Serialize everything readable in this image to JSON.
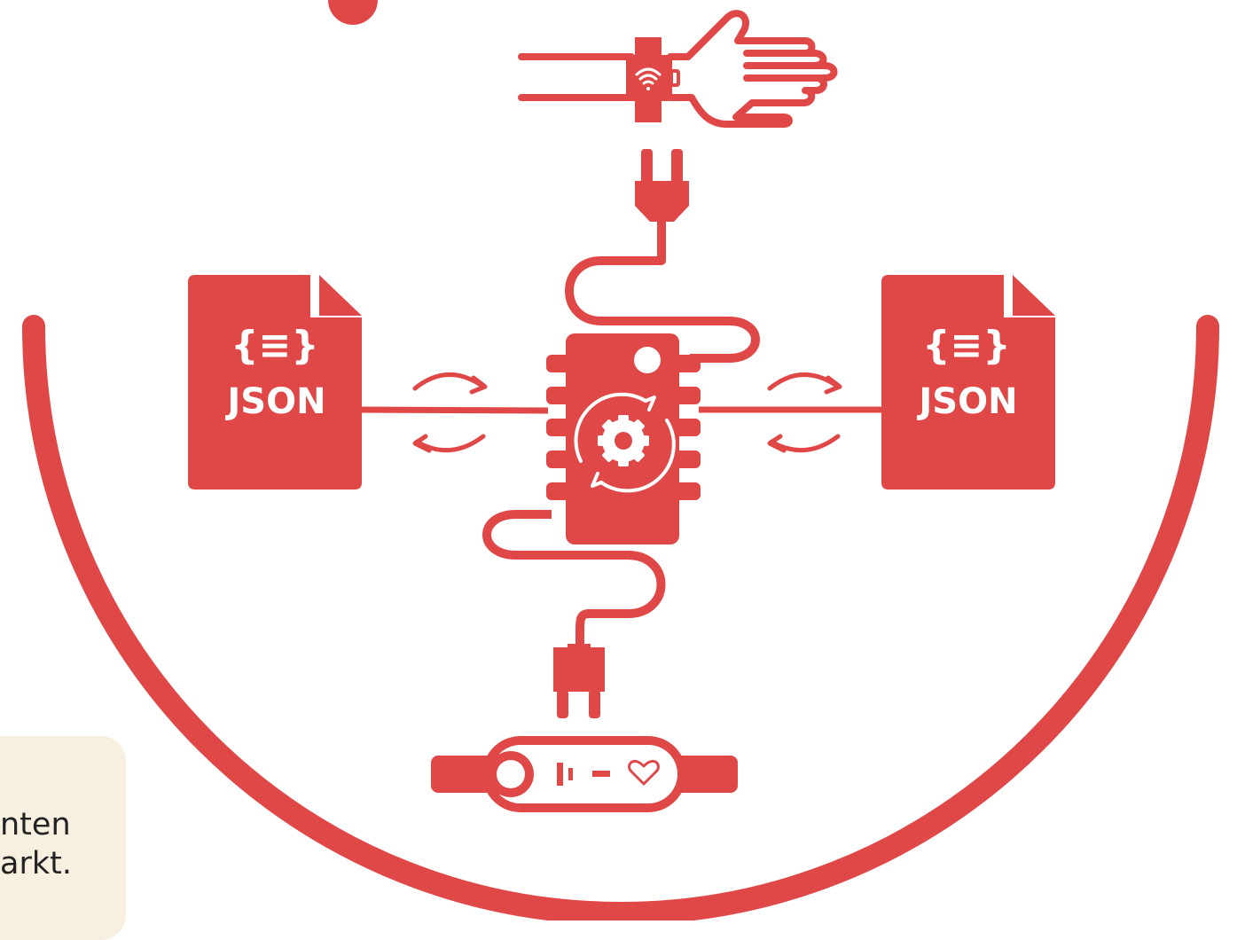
{
  "colors": {
    "accent": "#e04848",
    "caption_bg": "#f7efdf",
    "background": "#ffffff"
  },
  "left_file": {
    "label": "JSON",
    "braces": "{≡}"
  },
  "right_file": {
    "label": "JSON",
    "braces": "{≡}"
  },
  "caption": {
    "line1": "nten",
    "line2": "arkt."
  },
  "icons": [
    "smartwatch-on-wrist-icon",
    "wifi-icon",
    "plug-top-icon",
    "microchip-icon",
    "gear-sync-icon",
    "plug-bottom-icon",
    "fitness-tracker-icon",
    "heart-icon",
    "json-file-icon",
    "exchange-arrows-icon"
  ]
}
